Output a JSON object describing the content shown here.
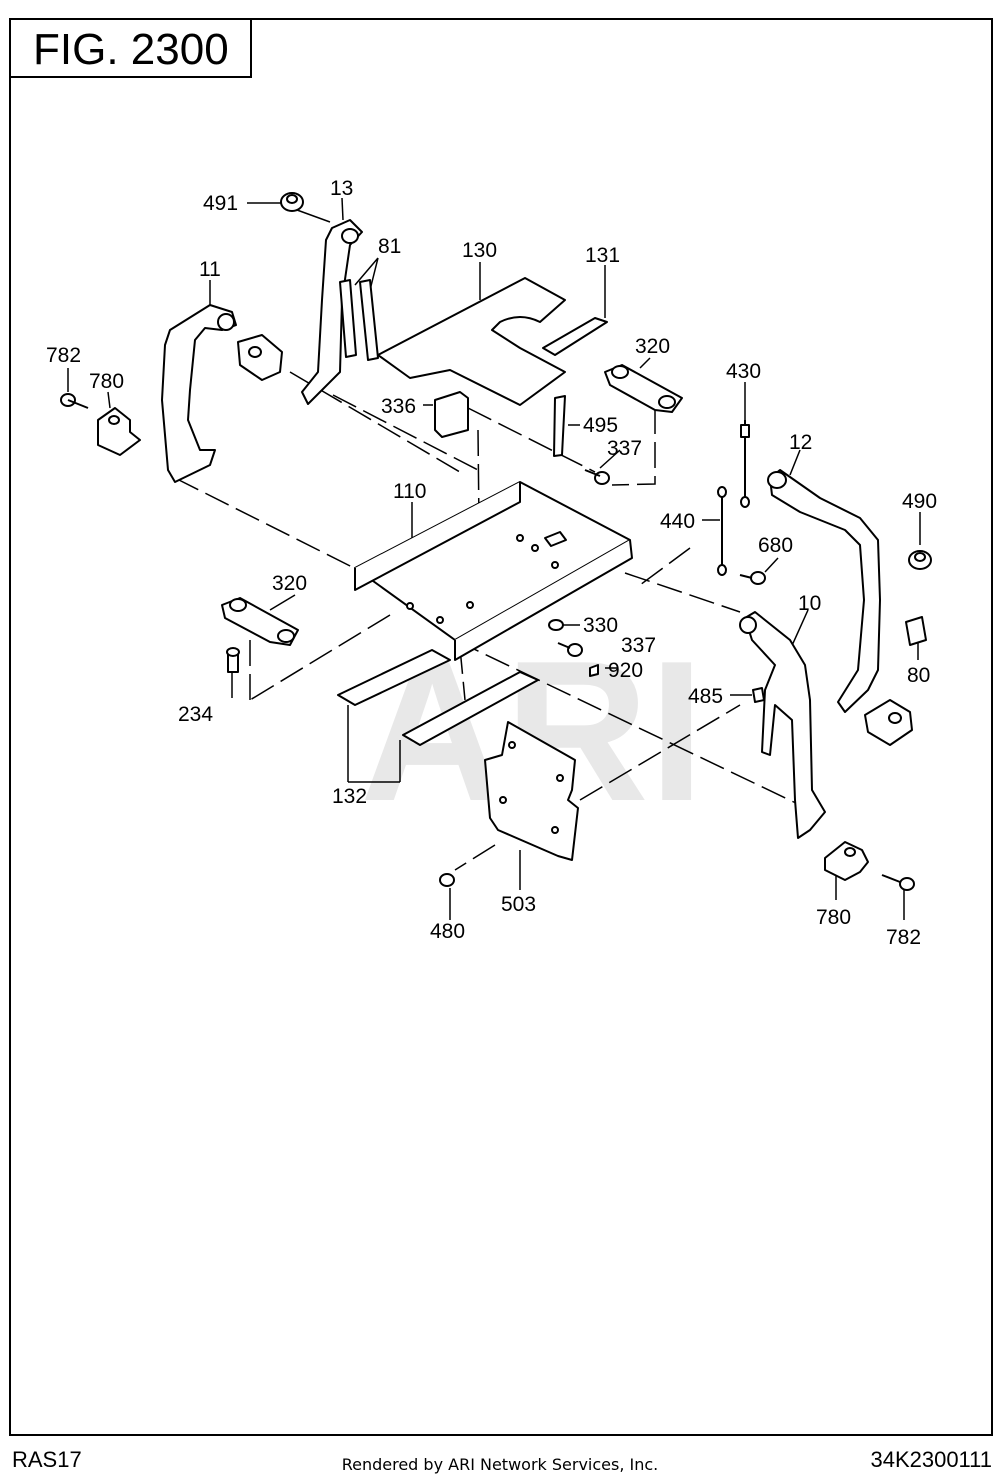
{
  "figure_title": "FIG. 2300",
  "watermark": "ARI",
  "footer": {
    "left": "RAS17",
    "center": "Rendered by ARI Network Services, Inc.",
    "right": "34K2300111"
  },
  "callouts": [
    {
      "id": "c491",
      "label": "491"
    },
    {
      "id": "c13",
      "label": "13"
    },
    {
      "id": "c81",
      "label": "81"
    },
    {
      "id": "c130",
      "label": "130"
    },
    {
      "id": "c131",
      "label": "131"
    },
    {
      "id": "c11",
      "label": "11"
    },
    {
      "id": "c782a",
      "label": "782"
    },
    {
      "id": "c780a",
      "label": "780"
    },
    {
      "id": "c320a",
      "label": "320"
    },
    {
      "id": "c430",
      "label": "430"
    },
    {
      "id": "c336",
      "label": "336"
    },
    {
      "id": "c495",
      "label": "495"
    },
    {
      "id": "c337a",
      "label": "337"
    },
    {
      "id": "c12",
      "label": "12"
    },
    {
      "id": "c490",
      "label": "490"
    },
    {
      "id": "c110",
      "label": "110"
    },
    {
      "id": "c440",
      "label": "440"
    },
    {
      "id": "c680",
      "label": "680"
    },
    {
      "id": "c320b",
      "label": "320"
    },
    {
      "id": "c10",
      "label": "10"
    },
    {
      "id": "c330",
      "label": "330"
    },
    {
      "id": "c337b",
      "label": "337"
    },
    {
      "id": "c920",
      "label": "920"
    },
    {
      "id": "c80",
      "label": "80"
    },
    {
      "id": "c234",
      "label": "234"
    },
    {
      "id": "c485",
      "label": "485"
    },
    {
      "id": "c132",
      "label": "132"
    },
    {
      "id": "c503",
      "label": "503"
    },
    {
      "id": "c480",
      "label": "480"
    },
    {
      "id": "c780b",
      "label": "780"
    },
    {
      "id": "c782b",
      "label": "782"
    }
  ]
}
